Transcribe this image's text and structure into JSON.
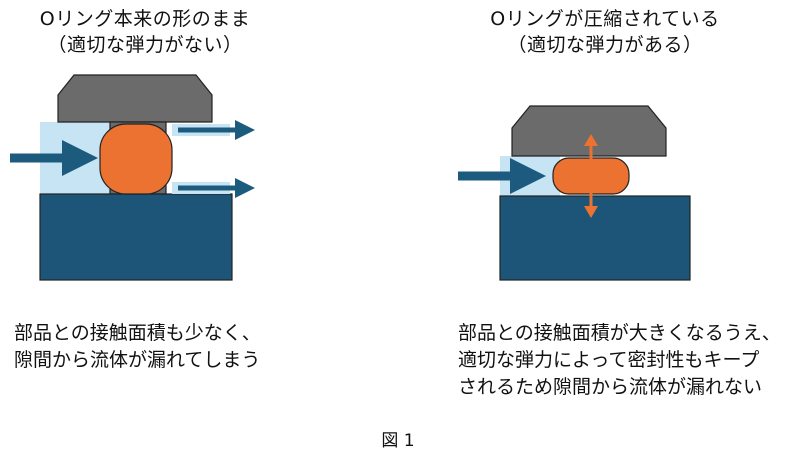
{
  "left_panel": {
    "title_line1": "Oリング本来の形のまま",
    "title_line2": "（適切な弾力がない）",
    "caption_line1": "部品との接触面積も少なく、",
    "caption_line2": "隙間から流体が漏れてしまう"
  },
  "right_panel": {
    "title_line1": "Oリングが圧縮されている",
    "title_line2": "（適切な弾力がある）",
    "caption_line1": "部品との接触面積が大きくなるうえ、",
    "caption_line2": "適切な弾力によって密封性もキープ",
    "caption_line3": "されるため隙間から流体が漏れない"
  },
  "figure_label": "図 1",
  "colors": {
    "top_part": "#6b6b6b",
    "bottom_part": "#1c5577",
    "fluid": "#c6e4f3",
    "oring": "#ec7232",
    "arrow": "#1c5a7e",
    "compression_arrow": "#ec7232"
  }
}
